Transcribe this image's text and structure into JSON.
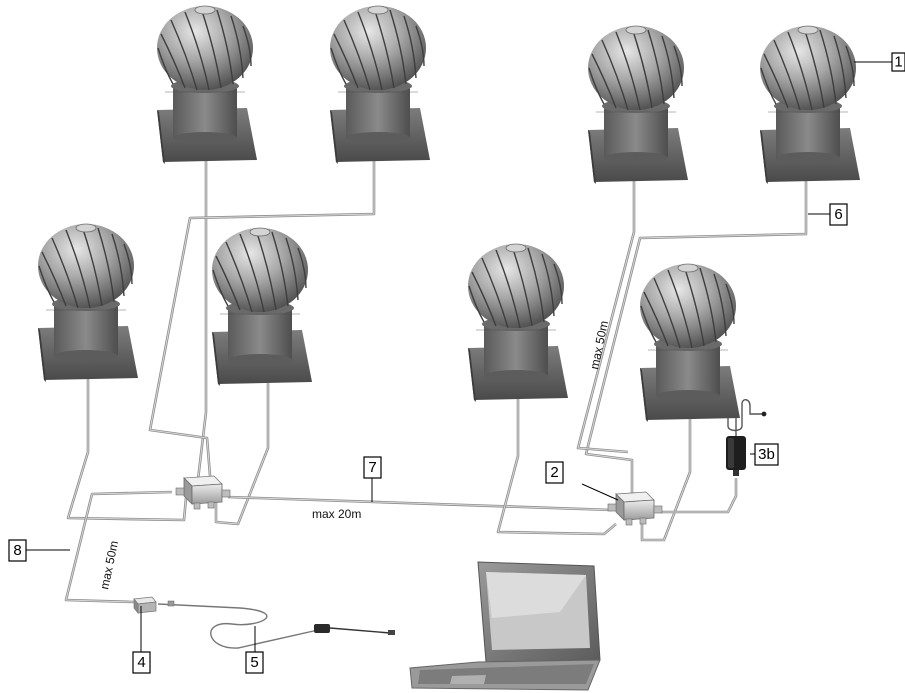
{
  "callouts": {
    "c1": "1",
    "c2": "2",
    "c3b": "3b",
    "c4": "4",
    "c5": "5",
    "c6": "6",
    "c7": "7",
    "c8": "8"
  },
  "distances": {
    "hub_to_hub": "max 20m",
    "hub_to_ventilator": "max 50m",
    "hub_to_converter": "max 50m"
  },
  "colors": {
    "ventilator_body": "#9a9a9a",
    "ventilator_base": "#6e6e6e",
    "cable": "#8e8e8e",
    "junction_box": "#c4c4c4",
    "power_supply": "#1a1a1a"
  }
}
